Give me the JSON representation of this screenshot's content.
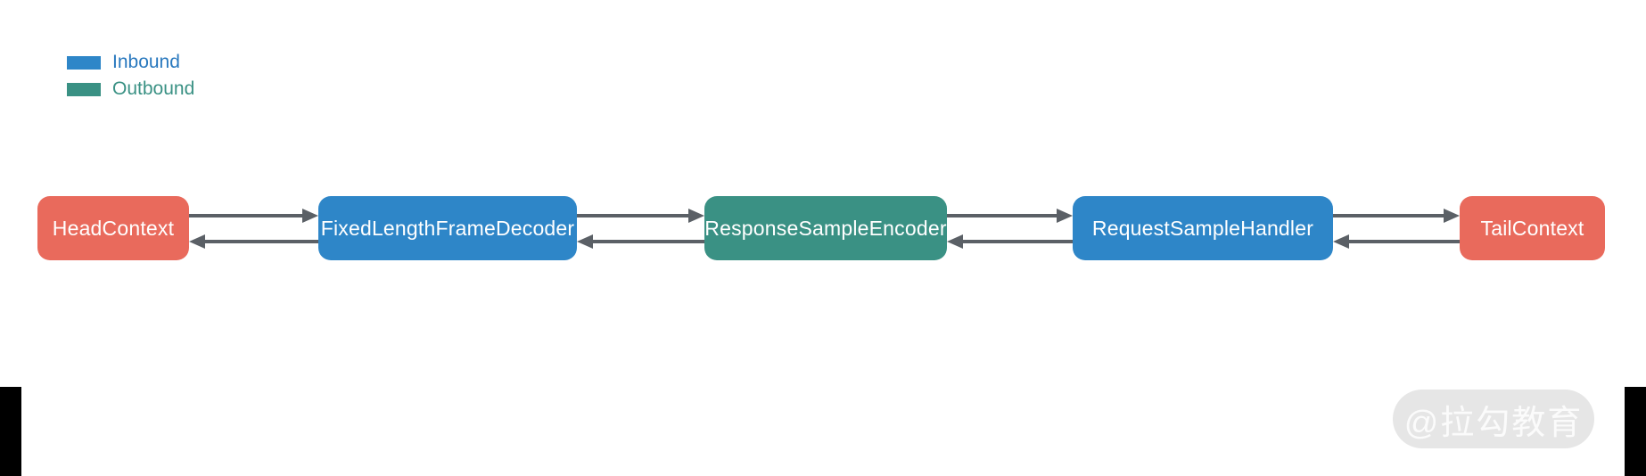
{
  "legend": {
    "items": [
      {
        "label": "Inbound",
        "color": "#2E86C8",
        "text_color": "#2878BE"
      },
      {
        "label": "Outbound",
        "color": "#3A9184",
        "text_color": "#3A9184"
      }
    ]
  },
  "pipeline": {
    "nodes": [
      {
        "label": "HeadContext",
        "type": "context",
        "color": "#E96A5C"
      },
      {
        "label": "FixedLengthFrameDecoder",
        "type": "inbound",
        "color": "#2E86C8"
      },
      {
        "label": "ResponseSampleEncoder",
        "type": "outbound",
        "color": "#3A9184"
      },
      {
        "label": "RequestSampleHandler",
        "type": "inbound",
        "color": "#2E86C8"
      },
      {
        "label": "TailContext",
        "type": "context",
        "color": "#E96A5C"
      }
    ],
    "connections": [
      {
        "from": "HeadContext",
        "to": "FixedLengthFrameDecoder",
        "direction": "inbound"
      },
      {
        "from": "FixedLengthFrameDecoder",
        "to": "ResponseSampleEncoder",
        "direction": "inbound"
      },
      {
        "from": "ResponseSampleEncoder",
        "to": "RequestSampleHandler",
        "direction": "inbound"
      },
      {
        "from": "RequestSampleHandler",
        "to": "TailContext",
        "direction": "inbound"
      },
      {
        "from": "TailContext",
        "to": "RequestSampleHandler",
        "direction": "outbound"
      },
      {
        "from": "RequestSampleHandler",
        "to": "ResponseSampleEncoder",
        "direction": "outbound"
      },
      {
        "from": "ResponseSampleEncoder",
        "to": "FixedLengthFrameDecoder",
        "direction": "outbound"
      },
      {
        "from": "FixedLengthFrameDecoder",
        "to": "HeadContext",
        "direction": "outbound"
      }
    ],
    "arrow_color": "#5B6066"
  },
  "watermark": {
    "text": "@拉勾教育"
  }
}
